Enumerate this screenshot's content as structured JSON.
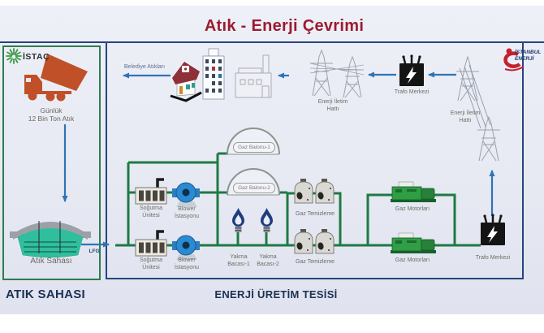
{
  "title": "Atık - Enerji Çevrimi",
  "logos": {
    "istac": "İSTAÇ",
    "istanbul_enerji": {
      "line1": "İSTANBUL",
      "line2": "ENERJİ"
    }
  },
  "waste_site": {
    "daily": {
      "line1": "Günlük",
      "line2": "12 Bin Ton Atık"
    },
    "landfill": "Atık Sahası",
    "lfg": "LFG",
    "section": "ATIK SAHASI"
  },
  "plant": {
    "section": "ENERJİ ÜRETİM TESİSİ",
    "municipal_waste": "Belediye Atıkları",
    "transmission": {
      "line1": "Enerji İletim",
      "line2": "Hattı"
    },
    "transformer": "Trafo Merkezi",
    "gas_balloon_1": "Gaz Balonu-1",
    "gas_balloon_2": "Gaz Balonu-2",
    "cooling": {
      "line1": "Soğutma",
      "line2": "Ünitesi"
    },
    "blower": {
      "line1": "Blower",
      "line2": "İstasyonu"
    },
    "flare_1": {
      "line1": "Yakma",
      "line2": "Bacası-1"
    },
    "flare_2": {
      "line1": "Yakma",
      "line2": "Bacası-2"
    },
    "gas_cleaning": "Gaz Temizleme",
    "gas_engines": "Gaz Motorları"
  },
  "colors": {
    "title_red": "#9c1b2f",
    "navy_border": "#26447c",
    "green_border": "#2e7d4f",
    "pipe_green": "#1e7a44",
    "arrow_blue": "#2e74b5",
    "waste_orange": "#c05028",
    "landfill_teal": "#2fbf9e",
    "engine_green": "#2f9e44",
    "blower_blue": "#2b8ad0",
    "flame_navy": "#1f3d7d",
    "section_text": "#1c3152"
  }
}
